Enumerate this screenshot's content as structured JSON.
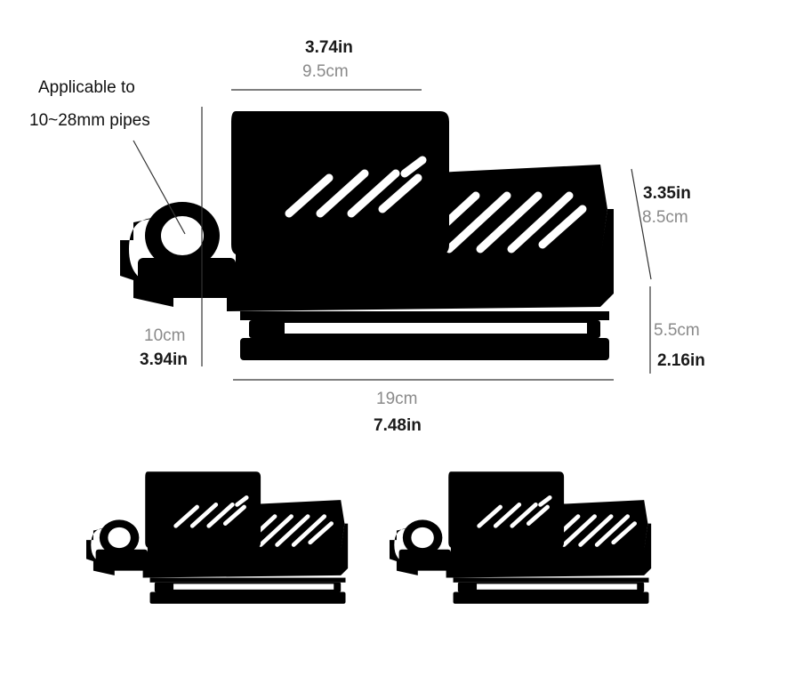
{
  "annotations": {
    "pipe_line1": "Applicable to",
    "pipe_line2": "10~28mm pipes",
    "top_width_in": "3.74in",
    "top_width_cm": "9.5cm",
    "depth_in": "3.35in",
    "depth_cm": "8.5cm",
    "height_cm": "10cm",
    "height_in": "3.94in",
    "lower_height_cm": "5.5cm",
    "lower_height_in": "2.16in",
    "length_cm": "19cm",
    "length_in": "7.48in"
  },
  "colors": {
    "blue_variant": "#5fa9b7",
    "gray_variant": "#b8bfc5"
  }
}
